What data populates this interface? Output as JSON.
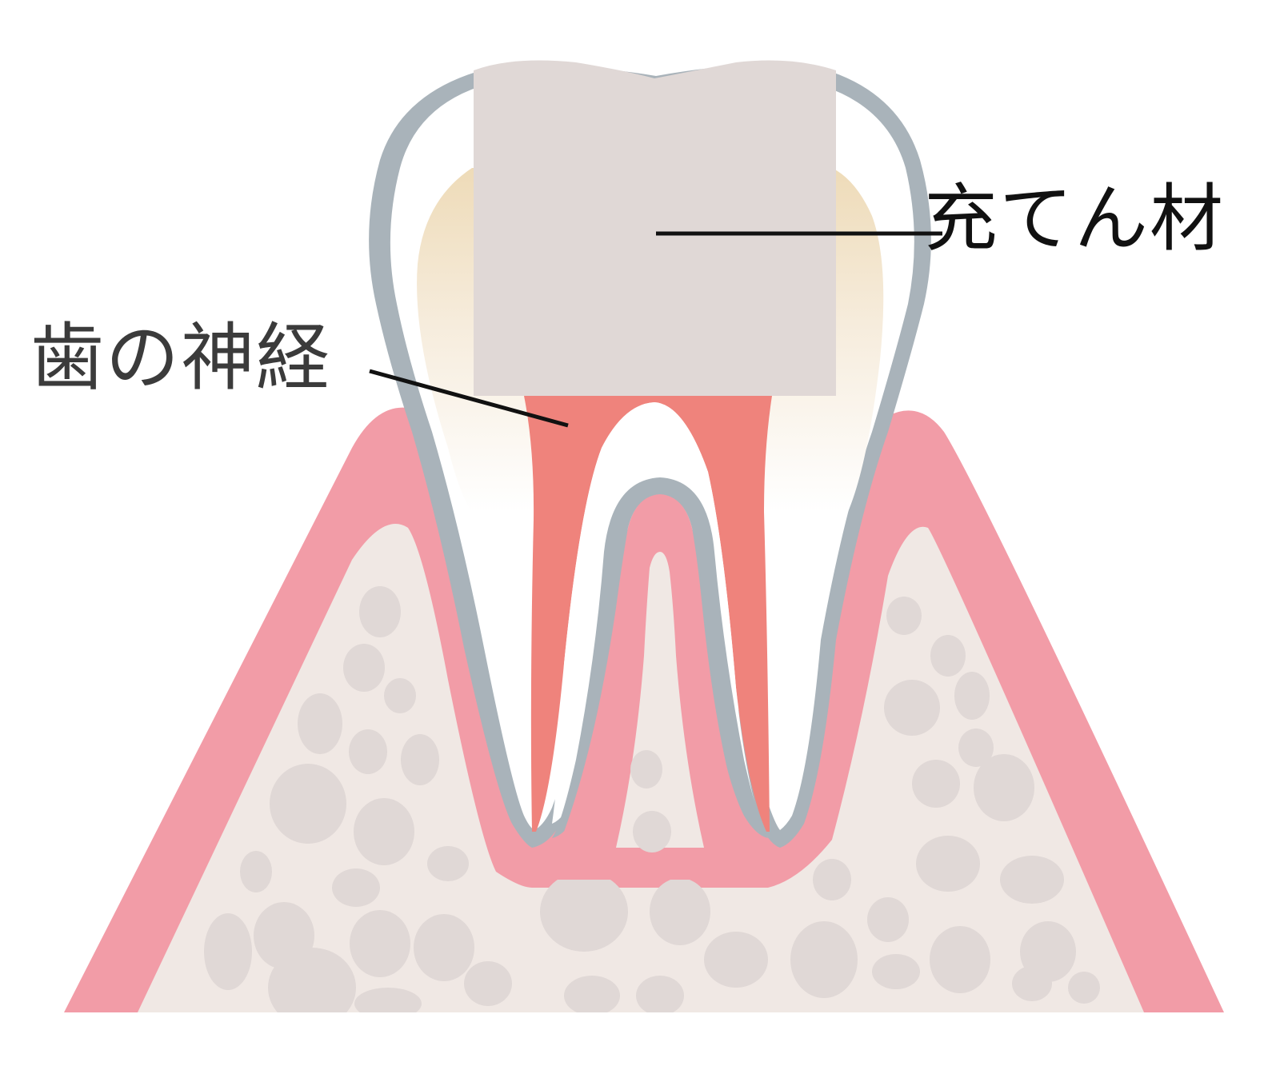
{
  "diagram": {
    "title": "Tooth cross-section with filling",
    "labels": {
      "filling": "充てん材",
      "nerve": "歯の神経"
    },
    "parts": {
      "filling_material": "filling",
      "pulp_nerve": "pulp",
      "enamel_dentin": "tooth",
      "gum": "gingiva",
      "bone": "alveolar bone"
    },
    "colors": {
      "background": "#ffffff",
      "gum": "#f29ca7",
      "bone": "#f0e8e4",
      "bone_cells": "#e0d8d6",
      "tooth_outline": "#a9b3ba",
      "filling": "#e0d8d6",
      "pulp": "#ef837c",
      "dentin_top": "#eedbb8",
      "dentin_bottom": "#ffffff",
      "leader_line": "#111111",
      "label_filling": "#111111",
      "label_nerve": "#3b3b3b"
    }
  }
}
